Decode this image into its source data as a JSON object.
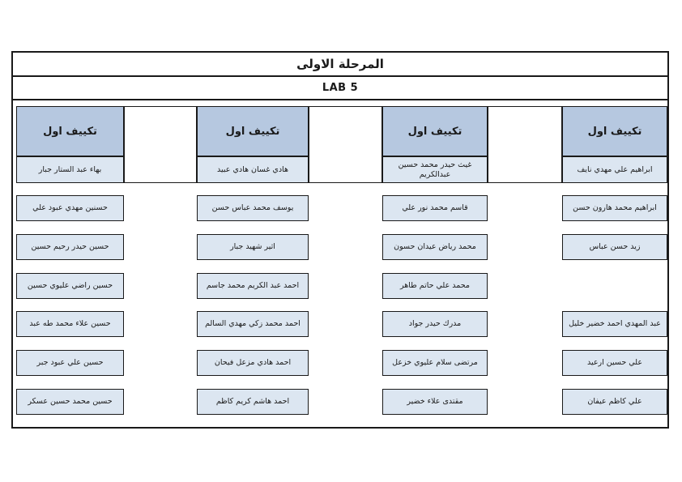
{
  "document": {
    "title": "المرحلة الاولى",
    "lab_label": "LAB 5"
  },
  "columns": [
    {
      "header": "تكييف اول",
      "names": [
        "بهاء عبد الستار جبار",
        "حسنين مهدي عبود علي",
        "حسين حيدر رحيم حسين",
        "حسين راضي عليوي حسين",
        "حسين علاء محمد طه عبد",
        "حسين علي عبود جبر",
        "حسين محمد حسين عسكر"
      ]
    },
    {
      "header": "تكييف اول",
      "names": [
        "هادي غسان هادي عبيد",
        "يوسف محمد عباس حسن",
        "اثير شهيد جبار",
        "احمد عبد الكريم محمد جاسم",
        "احمد محمد زكي مهدي السالم",
        "احمد هادي مزعل فيحان",
        "احمد هاشم كريم كاظم"
      ]
    },
    {
      "header": "تكييف اول",
      "names": [
        "غيث حيدر محمد حسين عبدالكريم",
        "قاسم محمد نور علي",
        "محمد رياض عيدان حسون",
        "محمد علي حاتم طاهر",
        "مدرك حيدر جواد",
        "مرتضى سلام عليوي خزعل",
        "مقتدى علاء خضير"
      ]
    },
    {
      "header": "تكييف اول",
      "names": [
        "ابراهيم علي مهدي نايف",
        "ابراهيم محمد هارون حسن",
        "زيد حسن عباس",
        null,
        "عبد المهدي احمد خضير خليل",
        "علي حسين ارعيد",
        "علي كاظم عيفان"
      ]
    }
  ],
  "colors": {
    "header_fill": "#b6c8e0",
    "name_fill": "#dce6f1",
    "border": "#1a1a1a"
  }
}
